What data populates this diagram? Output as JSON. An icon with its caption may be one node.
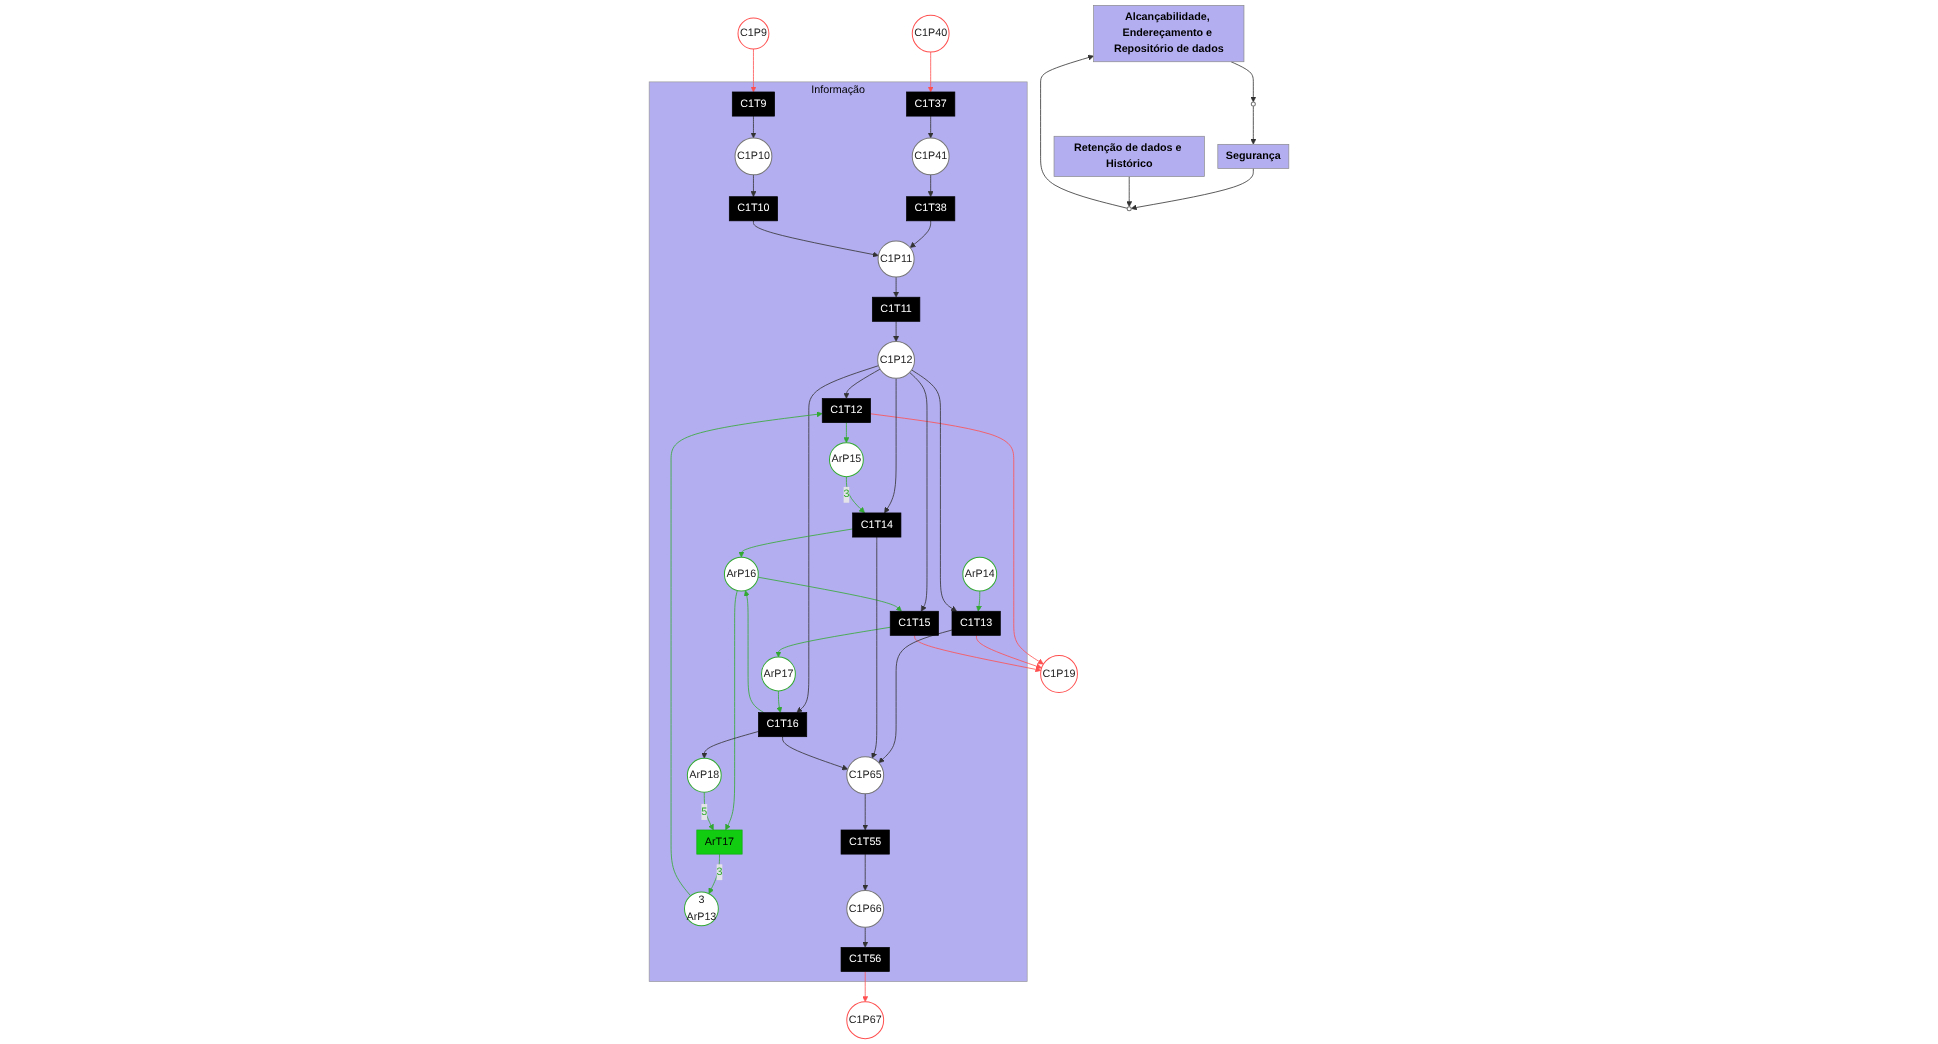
{
  "diagram": {
    "nodes": [
      {
        "text": [
          "C1P19"
        ]
      },
      {
        "text": [
          "C1P40"
        ]
      },
      {
        "text": [
          "Informação"
        ]
      },
      {
        "text": [
          "ArP14"
        ],
        "in": 2
      },
      {
        "text": [
          "C1T12"
        ],
        "in": 2
      },
      {
        "text": [
          "C1T13"
        ],
        "in": 2
      },
      {
        "text": [
          "C1T14"
        ],
        "in": 2
      },
      {
        "text": [
          "C1T15"
        ],
        "in": 2
      },
      {
        "text": [
          "C1T16"
        ],
        "in": 2
      },
      {
        "text": [
          "C1T37"
        ],
        "in": 2
      },
      {
        "text": [
          "C1P12"
        ],
        "in": 2
      },
      {
        "text": [
          "3",
          "ArP13"
        ],
        "in": 2
      },
      {
        "text": [
          "ArP15"
        ],
        "in": 2
      },
      {
        "text": [
          "ArP16"
        ],
        "in": 2
      },
      {
        "text": [
          "ArP17"
        ],
        "in": 2
      },
      {
        "text": [
          "C1P41"
        ],
        "in": 2
      },
      {
        "text": [
          "C1T11"
        ],
        "in": 2
      },
      {
        "text": [
          "ArT17"
        ],
        "in": 2
      },
      {
        "text": [
          "ArP18"
        ],
        "in": 2
      },
      {
        "text": [
          "C1T38"
        ],
        "in": 2
      },
      {
        "text": [
          "C1P11"
        ],
        "in": 2
      },
      {
        "text": [
          "C1P65"
        ],
        "in": 2
      },
      {
        "text": [
          "C1T10"
        ],
        "in": 2
      },
      {
        "text": [
          "C1T55"
        ],
        "in": 2
      },
      {
        "text": [
          "C1P10"
        ],
        "in": 2
      },
      {
        "text": [
          "C1P66"
        ],
        "in": 2
      },
      {
        "text": [
          "C1T9"
        ],
        "in": 2
      },
      {
        "text": [
          "C1T56"
        ],
        "in": 2
      },
      {
        "text": [
          "C1P9"
        ]
      },
      {
        "text": [
          "C1P67"
        ]
      },
      {
        "text": [
          "Alcançabilidade, Endereçamento e Repositório de dados"
        ]
      },
      {
        "text": [
          "Retenção de dados e Histórico"
        ]
      },
      {
        "text": [],
        "shape": "circle"
      },
      {
        "text": [],
        "shape": "circle"
      },
      {
        "text": [
          "Segurança"
        ]
      }
    ],
    "edges": [
      {
        "from": 4,
        "to": 0,
        "arrow": "to",
        "color": "#ff5050"
      },
      {
        "from": 5,
        "to": 0,
        "arrow": "to",
        "color": "#ff5050"
      },
      {
        "from": 7,
        "to": 0,
        "arrow": "to",
        "color": "#ff5050"
      },
      {
        "from": 1,
        "to": 9,
        "arrow": "to",
        "color": "#ff5050"
      },
      {
        "from": 3,
        "to": 5,
        "arrow": "to",
        "color": "#33aa33"
      },
      {
        "from": 10,
        "to": 4,
        "arrow": "to"
      },
      {
        "from": 10,
        "to": 5,
        "arrow": "to"
      },
      {
        "from": 10,
        "to": 6,
        "arrow": "to"
      },
      {
        "from": 10,
        "to": 7,
        "arrow": "to"
      },
      {
        "from": 10,
        "to": 8,
        "arrow": "to"
      },
      {
        "from": 11,
        "to": 4,
        "arrow": "to",
        "color": "#33aa33"
      },
      {
        "from": 4,
        "to": 12,
        "arrow": "to",
        "color": "#33aa33"
      },
      {
        "from": 12,
        "to": 6,
        "label": "3",
        "arrow": "to",
        "color": "#33aa33"
      },
      {
        "from": 6,
        "to": 13,
        "arrow": "to",
        "color": "#33aa33"
      },
      {
        "from": 13,
        "to": 7,
        "arrow": "to",
        "color": "#33aa33"
      },
      {
        "from": 8,
        "to": 13,
        "arrow": "to",
        "color": "#33aa33"
      },
      {
        "from": 7,
        "to": 14,
        "arrow": "to",
        "color": "#33aa33"
      },
      {
        "from": 14,
        "to": 8,
        "arrow": "to",
        "color": "#33aa33"
      },
      {
        "from": 13,
        "to": 17,
        "arrow": "to",
        "color": "#33aa33"
      },
      {
        "from": 18,
        "to": 17,
        "label": "5",
        "arrow": "to",
        "color": "#33aa33"
      },
      {
        "from": 17,
        "to": 11,
        "label": "3",
        "arrow": "to",
        "color": "#33aa33"
      },
      {
        "from": 8,
        "to": 18,
        "arrow": "to"
      },
      {
        "from": 16,
        "to": 10,
        "arrow": "to"
      },
      {
        "from": 20,
        "to": 16,
        "arrow": "to"
      },
      {
        "from": 5,
        "to": 21,
        "arrow": "to"
      },
      {
        "from": 6,
        "to": 21,
        "arrow": "to"
      },
      {
        "from": 8,
        "to": 21,
        "arrow": "to"
      },
      {
        "from": 9,
        "to": 15,
        "arrow": "to"
      },
      {
        "from": 15,
        "to": 19,
        "arrow": "to"
      },
      {
        "from": 19,
        "to": 20,
        "arrow": "to"
      },
      {
        "from": 22,
        "to": 20,
        "arrow": "to"
      },
      {
        "from": 24,
        "to": 22,
        "arrow": "to"
      },
      {
        "from": 26,
        "to": 24,
        "arrow": "to"
      },
      {
        "from": 28,
        "to": 26,
        "arrow": "to",
        "color": "#ff5050"
      },
      {
        "from": 21,
        "to": 23,
        "arrow": "to"
      },
      {
        "from": 23,
        "to": 25,
        "arrow": "to"
      },
      {
        "from": 25,
        "to": 27,
        "arrow": "to"
      },
      {
        "from": 27,
        "to": 29,
        "arrow": "to",
        "color": "#ff5050"
      },
      {
        "from": 34,
        "to": 32,
        "arrow": "to"
      },
      {
        "from": 32,
        "to": 30,
        "arrow": "to"
      },
      {
        "from": 31,
        "to": 32,
        "arrow": "to"
      },
      {
        "from": 30,
        "to": 33,
        "arrow": "to"
      },
      {
        "from": 33,
        "to": 34,
        "arrow": "to"
      }
    ]
  }
}
